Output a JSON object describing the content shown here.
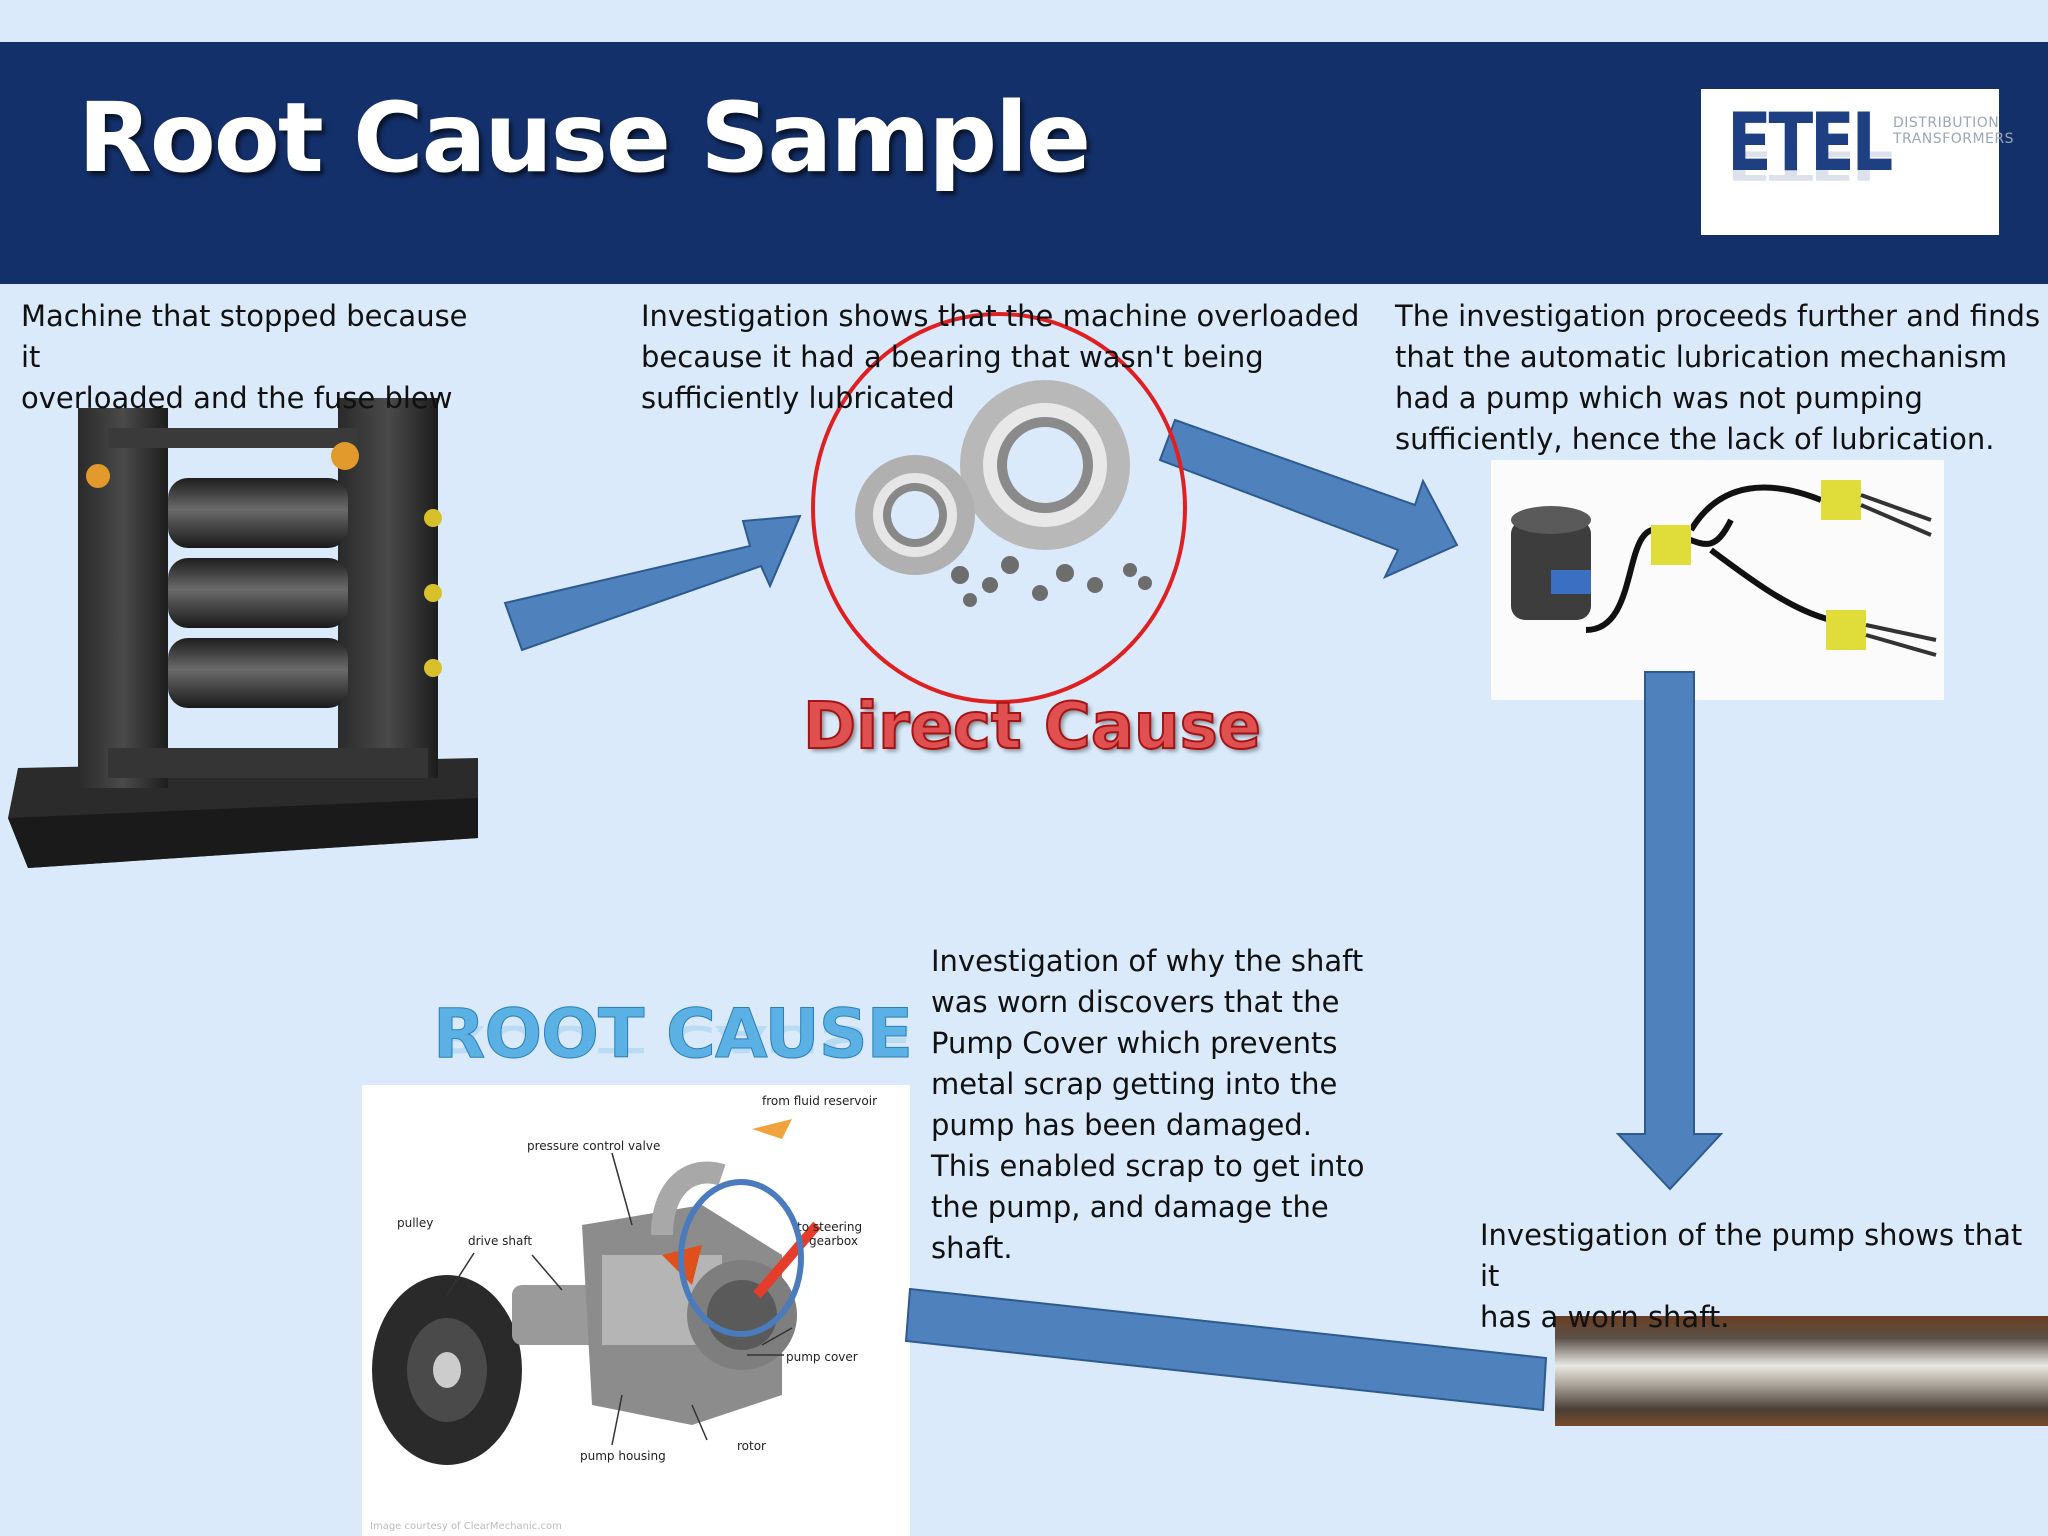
{
  "slide": {
    "title": "Root Cause Sample",
    "logo": {
      "mark": "ETEL",
      "subtitle_line1": "DISTRIBUTION",
      "subtitle_line2": "TRANSFORMERS"
    }
  },
  "steps": {
    "machine": "Machine that stopped because it\noverloaded and the fuse blew",
    "bearing": " Investigation shows that the machine overloaded\nbecause it had a bearing that wasn't being\nsufficiently lubricated",
    "lubrication": "The investigation proceeds further and finds\nthat the automatic lubrication mechanism\nhad a pump which was not pumping\nsufficiently, hence the lack of lubrication.",
    "pump": "Investigation of the pump shows that it\nhas a worn shaft.",
    "cover": "Investigation of why the shaft\nwas worn discovers that the\nPump Cover which prevents\nmetal scrap getting into the\npump has been damaged.\nThis enabled scrap to get into\nthe pump, and damage the\nshaft."
  },
  "labels": {
    "direct_cause": "Direct Cause",
    "root_cause": "ROOT CAUSE"
  },
  "pump_diagram": {
    "from_fluid_reservoir": "from fluid reservoir",
    "pressure_control_valve": "pressure control valve",
    "pulley": "pulley",
    "drive_shaft": "drive shaft",
    "to_steering_gearbox_1": "to steering",
    "to_steering_gearbox_2": "gearbox",
    "pump_cover": "pump cover",
    "rotor": "rotor",
    "pump_housing": "pump housing",
    "credit": "Image courtesy of ClearMechanic.com"
  },
  "colors": {
    "background": "#daeafa",
    "header": "#14306a",
    "arrow": "#4f81bd",
    "arrow_border": "#2c5a91",
    "direct_circle": "#e02020",
    "root_circle": "#4a7bbd"
  }
}
